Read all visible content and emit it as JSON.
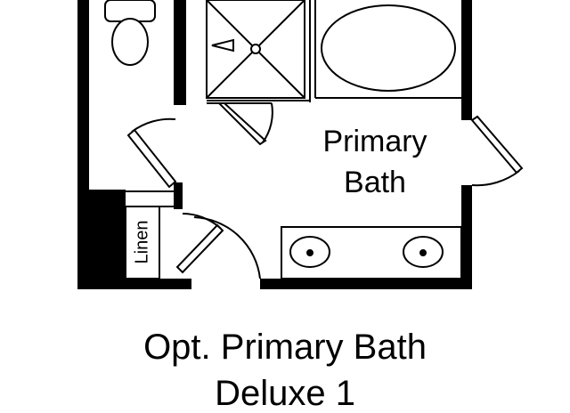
{
  "floor_plan": {
    "rooms": {
      "primary_bath": {
        "line1": "Primary",
        "line2": "Bath"
      },
      "linen": {
        "label": "Linen"
      }
    },
    "caption": {
      "line1": "Opt. Primary Bath",
      "line2": "Deluxe 1"
    },
    "colors": {
      "wall": "#000000",
      "background": "#ffffff"
    }
  }
}
